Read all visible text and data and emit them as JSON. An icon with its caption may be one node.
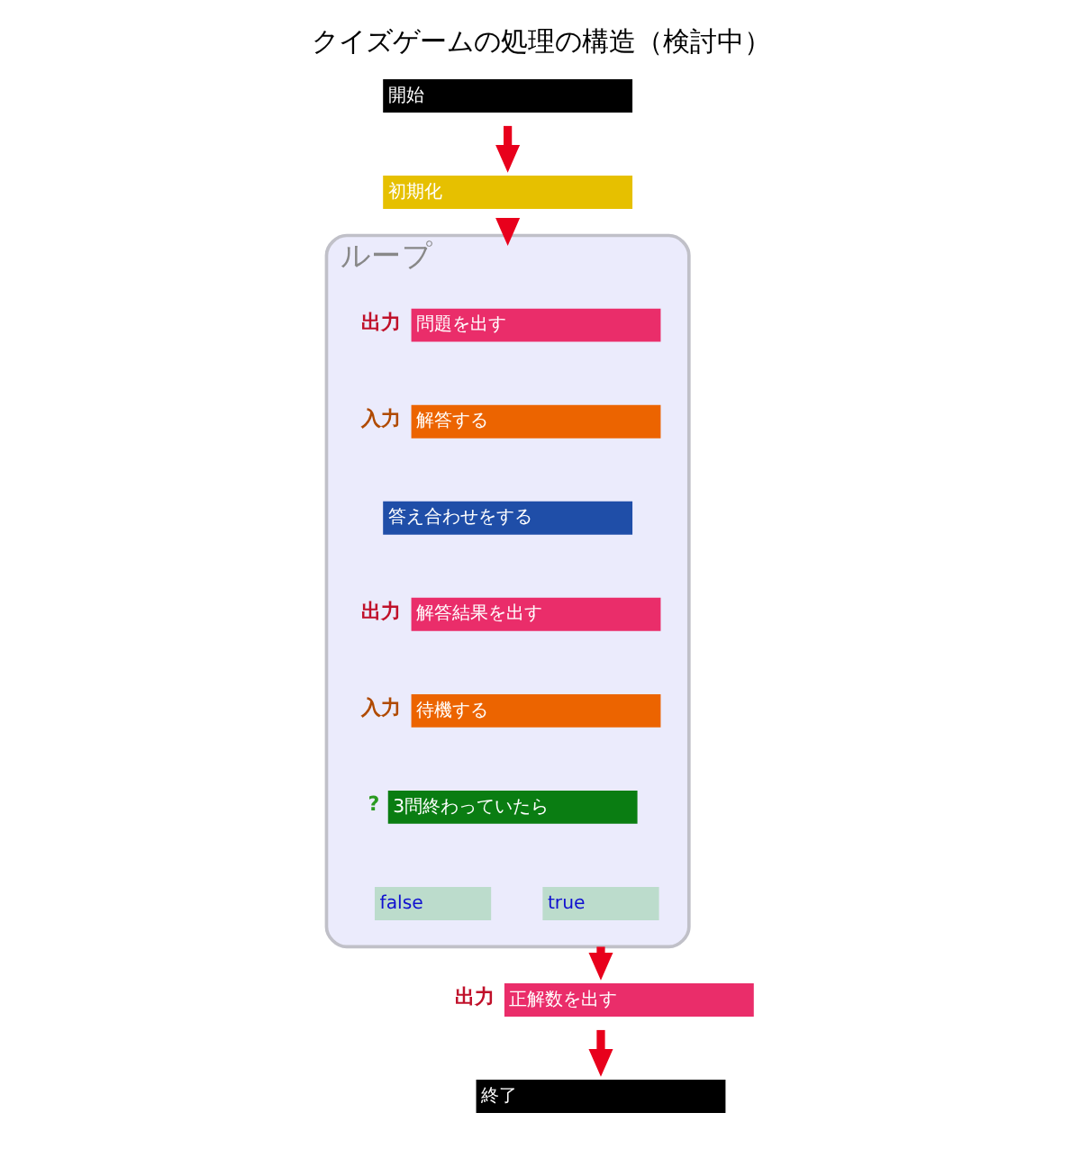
{
  "diagram": {
    "title": "クイズゲームの処理の構造（検討中）",
    "nodes": [
      {
        "text": [
          "開始"
        ]
      },
      {
        "text": [
          "初期化"
        ]
      },
      {
        "text": [
          "ループ"
        ]
      },
      {
        "text": [
          "問題を出す"
        ],
        "beside": [
          "出力"
        ],
        "in": 2
      },
      {
        "text": [
          "解答する"
        ],
        "beside": [
          "入力"
        ],
        "in": 2
      },
      {
        "text": [
          "答え合わせをする"
        ],
        "in": 2
      },
      {
        "text": [
          "解答結果を出す"
        ],
        "beside": [
          "出力"
        ],
        "in": 2
      },
      {
        "text": [
          "待機する"
        ],
        "beside": [
          "入力"
        ],
        "in": 2
      },
      {
        "text": [
          "3問終わっていたら"
        ],
        "beside": [
          "?"
        ],
        "in": 2
      },
      {
        "text": [
          "false"
        ],
        "in": 2
      },
      {
        "text": [
          "true"
        ],
        "in": 2
      },
      {
        "text": [
          "正解数を出す"
        ],
        "beside": [
          "出力"
        ]
      },
      {
        "text": [
          "終了"
        ]
      }
    ],
    "edges": [
      {
        "from": 0,
        "to": 1,
        "arrow": "to"
      },
      {
        "from": 1,
        "to": 2,
        "arrow": "to"
      },
      {
        "from": 2,
        "to": 11,
        "arrow": "to"
      },
      {
        "from": 11,
        "to": 12,
        "arrow": "to"
      }
    ]
  }
}
